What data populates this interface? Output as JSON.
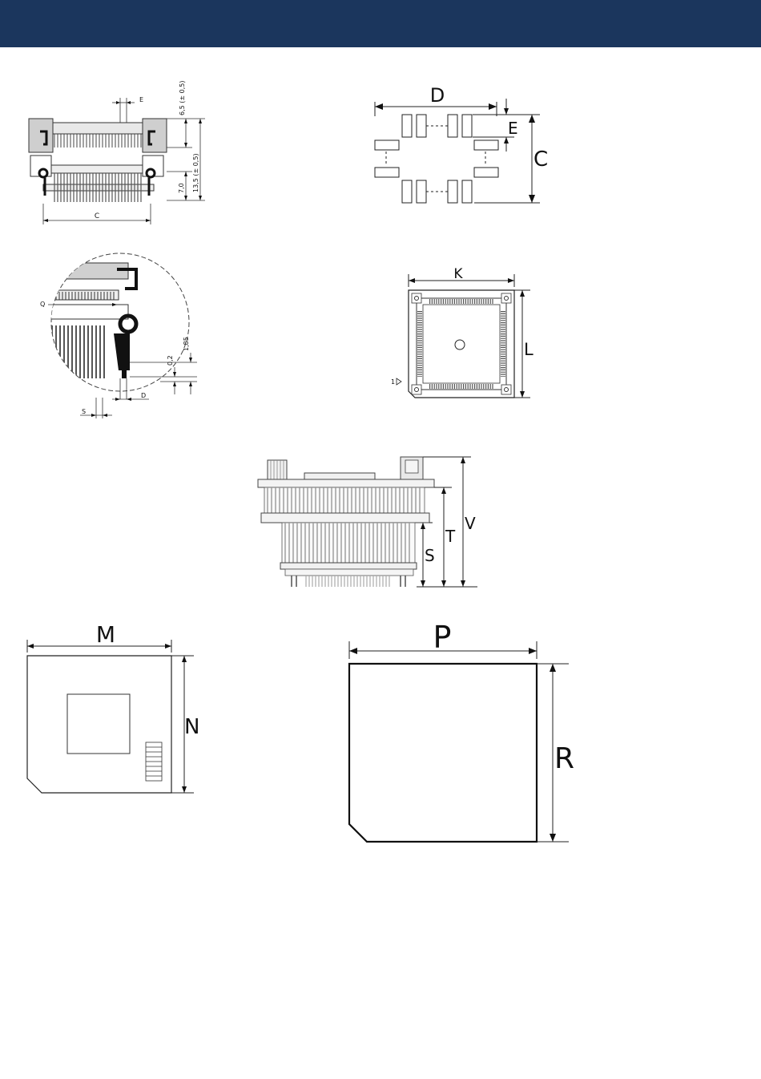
{
  "header": {
    "color": "#1b365d"
  },
  "fig1": {
    "label_e": "E",
    "label_65": "6,5 (± 0,5)",
    "label_135": "13,5 (± 0,5)",
    "label_70": "7,0",
    "label_c": "C"
  },
  "fig2": {
    "label_d": "D",
    "label_e": "E",
    "label_c": "C"
  },
  "fig3": {
    "label_q": "Q",
    "label_185": "1,85",
    "label_02": "0,2",
    "label_d": "D",
    "label_s": "S"
  },
  "fig4": {
    "label_k": "K",
    "label_l": "L",
    "label_pin1": "1"
  },
  "fig5": {
    "label_s": "S",
    "label_t": "T",
    "label_v": "V"
  },
  "fig6": {
    "label_m": "M",
    "label_n": "N"
  },
  "fig7": {
    "label_p": "P",
    "label_r": "R"
  }
}
